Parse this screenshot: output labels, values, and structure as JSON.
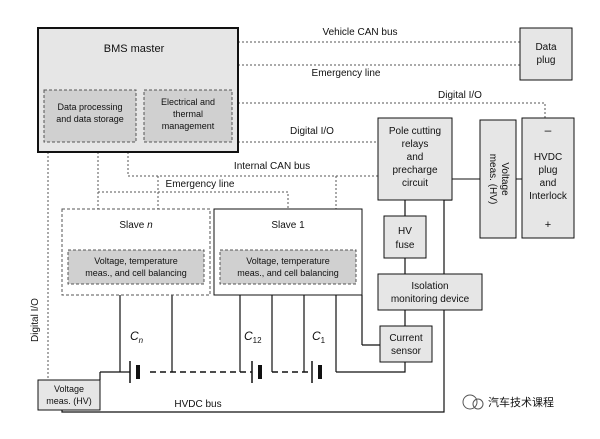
{
  "diagram": {
    "bms_master": "BMS master",
    "data_processing": [
      "Data processing",
      "and data storage"
    ],
    "electrical_thermal": [
      "Electrical and",
      "thermal",
      "management"
    ],
    "data_plug": [
      "Data",
      "plug"
    ],
    "vehicle_can_bus": "Vehicle CAN bus",
    "emergency_line_top": "Emergency line",
    "digital_io_top": "Digital I/O",
    "digital_io_mid": "Digital I/O",
    "internal_can_bus": "Internal CAN bus",
    "emergency_line_mid": "Emergency line",
    "pole_cutting": [
      "Pole cutting",
      "relays",
      "and",
      "precharge",
      "circuit"
    ],
    "voltage_meas_vertical": [
      "Voltage",
      "meas. (HV)"
    ],
    "hvdc_plug": [
      "HVDC",
      "plug",
      "and",
      "Interlock"
    ],
    "minus_sign": "–",
    "plus_sign": "+",
    "slave_n_title": "Slave n",
    "slave_1_title": "Slave 1",
    "slave_n_box": [
      "Voltage, temperature",
      "meas., and cell balancing"
    ],
    "slave_1_box": [
      "Voltage, temperature",
      "meas., and cell balancing"
    ],
    "hv_fuse": [
      "HV",
      "fuse"
    ],
    "isolation": [
      "Isolation",
      "monitoring device"
    ],
    "current_sensor": [
      "Current",
      "sensor"
    ],
    "cell_n": "Cn",
    "cell_12": "C12",
    "cell_1": "C1",
    "digital_io_left": "Digital I/O",
    "voltage_meas_left": [
      "Voltage",
      "meas. (HV)"
    ],
    "hvdc_bus": "HVDC bus",
    "watermark": "汽车技术课程"
  }
}
